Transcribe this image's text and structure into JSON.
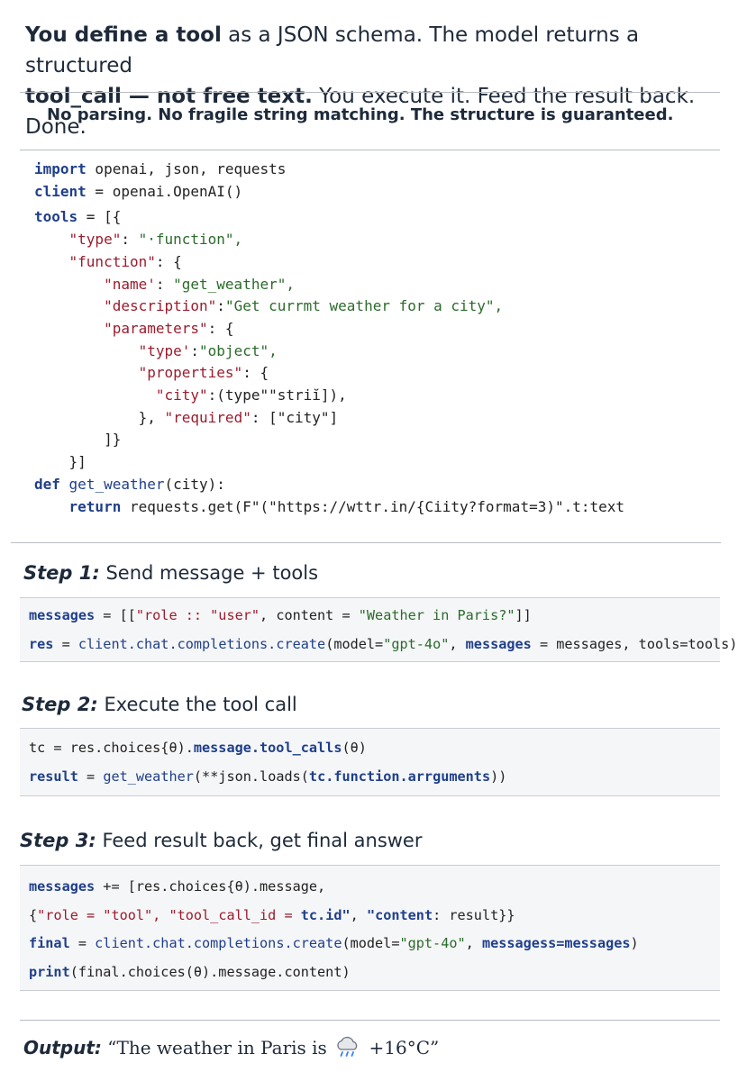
{
  "intro": {
    "part1_bold": "You define a tool",
    "part2": " as a JSON schema. The model returns a structured",
    "part3_bold": "tool_call — not free text.",
    "part4": " You execute it. Feed the result back. Done."
  },
  "tagline": "No parsing. No fragile string matching. The structure is guaranteed.",
  "main_code": {
    "import_kw": "import",
    "import_rest": " openai, json, requests",
    "client_kw": "client",
    "client_rest": " = openai.OpenAI()",
    "tools_kw": "tools",
    "tools_rest": " = [{",
    "type_key": "\"type\"",
    "type_sep": ": ",
    "type_val": "\"·function\",",
    "function_key": "\"function\"",
    "function_rest": ": {",
    "name_key": "\"name'",
    "name_sep": ": ",
    "name_val": "\"get_weather\",",
    "desc_key": "\"description\"",
    "desc_sep": ":",
    "desc_val": "\"Get currmt weather for a city\",",
    "params_key": "\"parameters\"",
    "params_rest": ": {",
    "ptype_key": "\"type'",
    "ptype_sep": ":",
    "ptype_val": "\"object\",",
    "props_key": "\"properties\"",
    "props_rest": ": {",
    "city_key": "\"city\"",
    "city_rest": ":(type\"\"striĭ]),",
    "req_pre": "}, ",
    "req_key": "\"required\"",
    "req_rest": ": [\"city\"]",
    "close1": "]}",
    "close2": "}]",
    "def_kw": "def",
    "def_fn": " get_weather",
    "def_rest": "(city):",
    "return_kw": "return",
    "return_rest": " requests.get(F\"(\"https://wttr.in/{Ciity?format=3)\".t:text"
  },
  "steps": [
    {
      "label": "Step 1:",
      "text": " Send message + tools"
    },
    {
      "label": "Step 2:",
      "text": " Execute the tool call"
    },
    {
      "label": "Step 3:",
      "text": " Feed result back, get final answer"
    }
  ],
  "step1_code": {
    "l1_kw": "messages",
    "l1_a": " = [[",
    "l1_b": "\"role :: \"user\"",
    "l1_c": ", content = ",
    "l1_d": "\"Weather in Paris?\"",
    "l1_e": "]]",
    "l2_kw": "res",
    "l2_a": " = ",
    "l2_b": "client.chat.completions.create",
    "l2_c": "(model=",
    "l2_d": "\"gpt-4o\"",
    "l2_e": ", ",
    "l2_f": "messages",
    "l2_g": " = messages, tools=tools)"
  },
  "step2_code": {
    "l1_a": "tc = res.choices{θ).",
    "l1_b": "message.tool_calls",
    "l1_c": "(θ)",
    "l2_kw": "result",
    "l2_a": " = ",
    "l2_b": "get_weather",
    "l2_c": "(**json.loads(",
    "l2_d": "tc.function.arrguments",
    "l2_e": "))"
  },
  "step3_code": {
    "l1_kw": "messages",
    "l1_a": " += [res.choices{θ).message,",
    "l2_a": "{",
    "l2_b": "\"role = \"tool\", \"tool_call_id = ",
    "l2_c": "tc.id\"",
    "l2_d": ", ",
    "l2_e": "\"content",
    "l2_f": ": result}}",
    "l3_kw": "final",
    "l3_a": " = ",
    "l3_b": "client.chat.completions.create",
    "l3_c": "(model=",
    "l3_d": "\"gpt-4o\"",
    "l3_e": ", ",
    "l3_f": "messagess=messages",
    "l3_g": ")",
    "l4_kw": "print",
    "l4_a": "(final.choices(θ).message.content)"
  },
  "output": {
    "label": "Output:",
    "text_before": " “The weather in Paris is ",
    "icon": "cloud-rain-icon",
    "text_after": " +16°C”"
  },
  "colors": {
    "keyword": "#1f3f8a",
    "string_key": "#9b1c2c",
    "string_value": "#2b6b2b",
    "code_box_bg": "#f5f6f8"
  }
}
